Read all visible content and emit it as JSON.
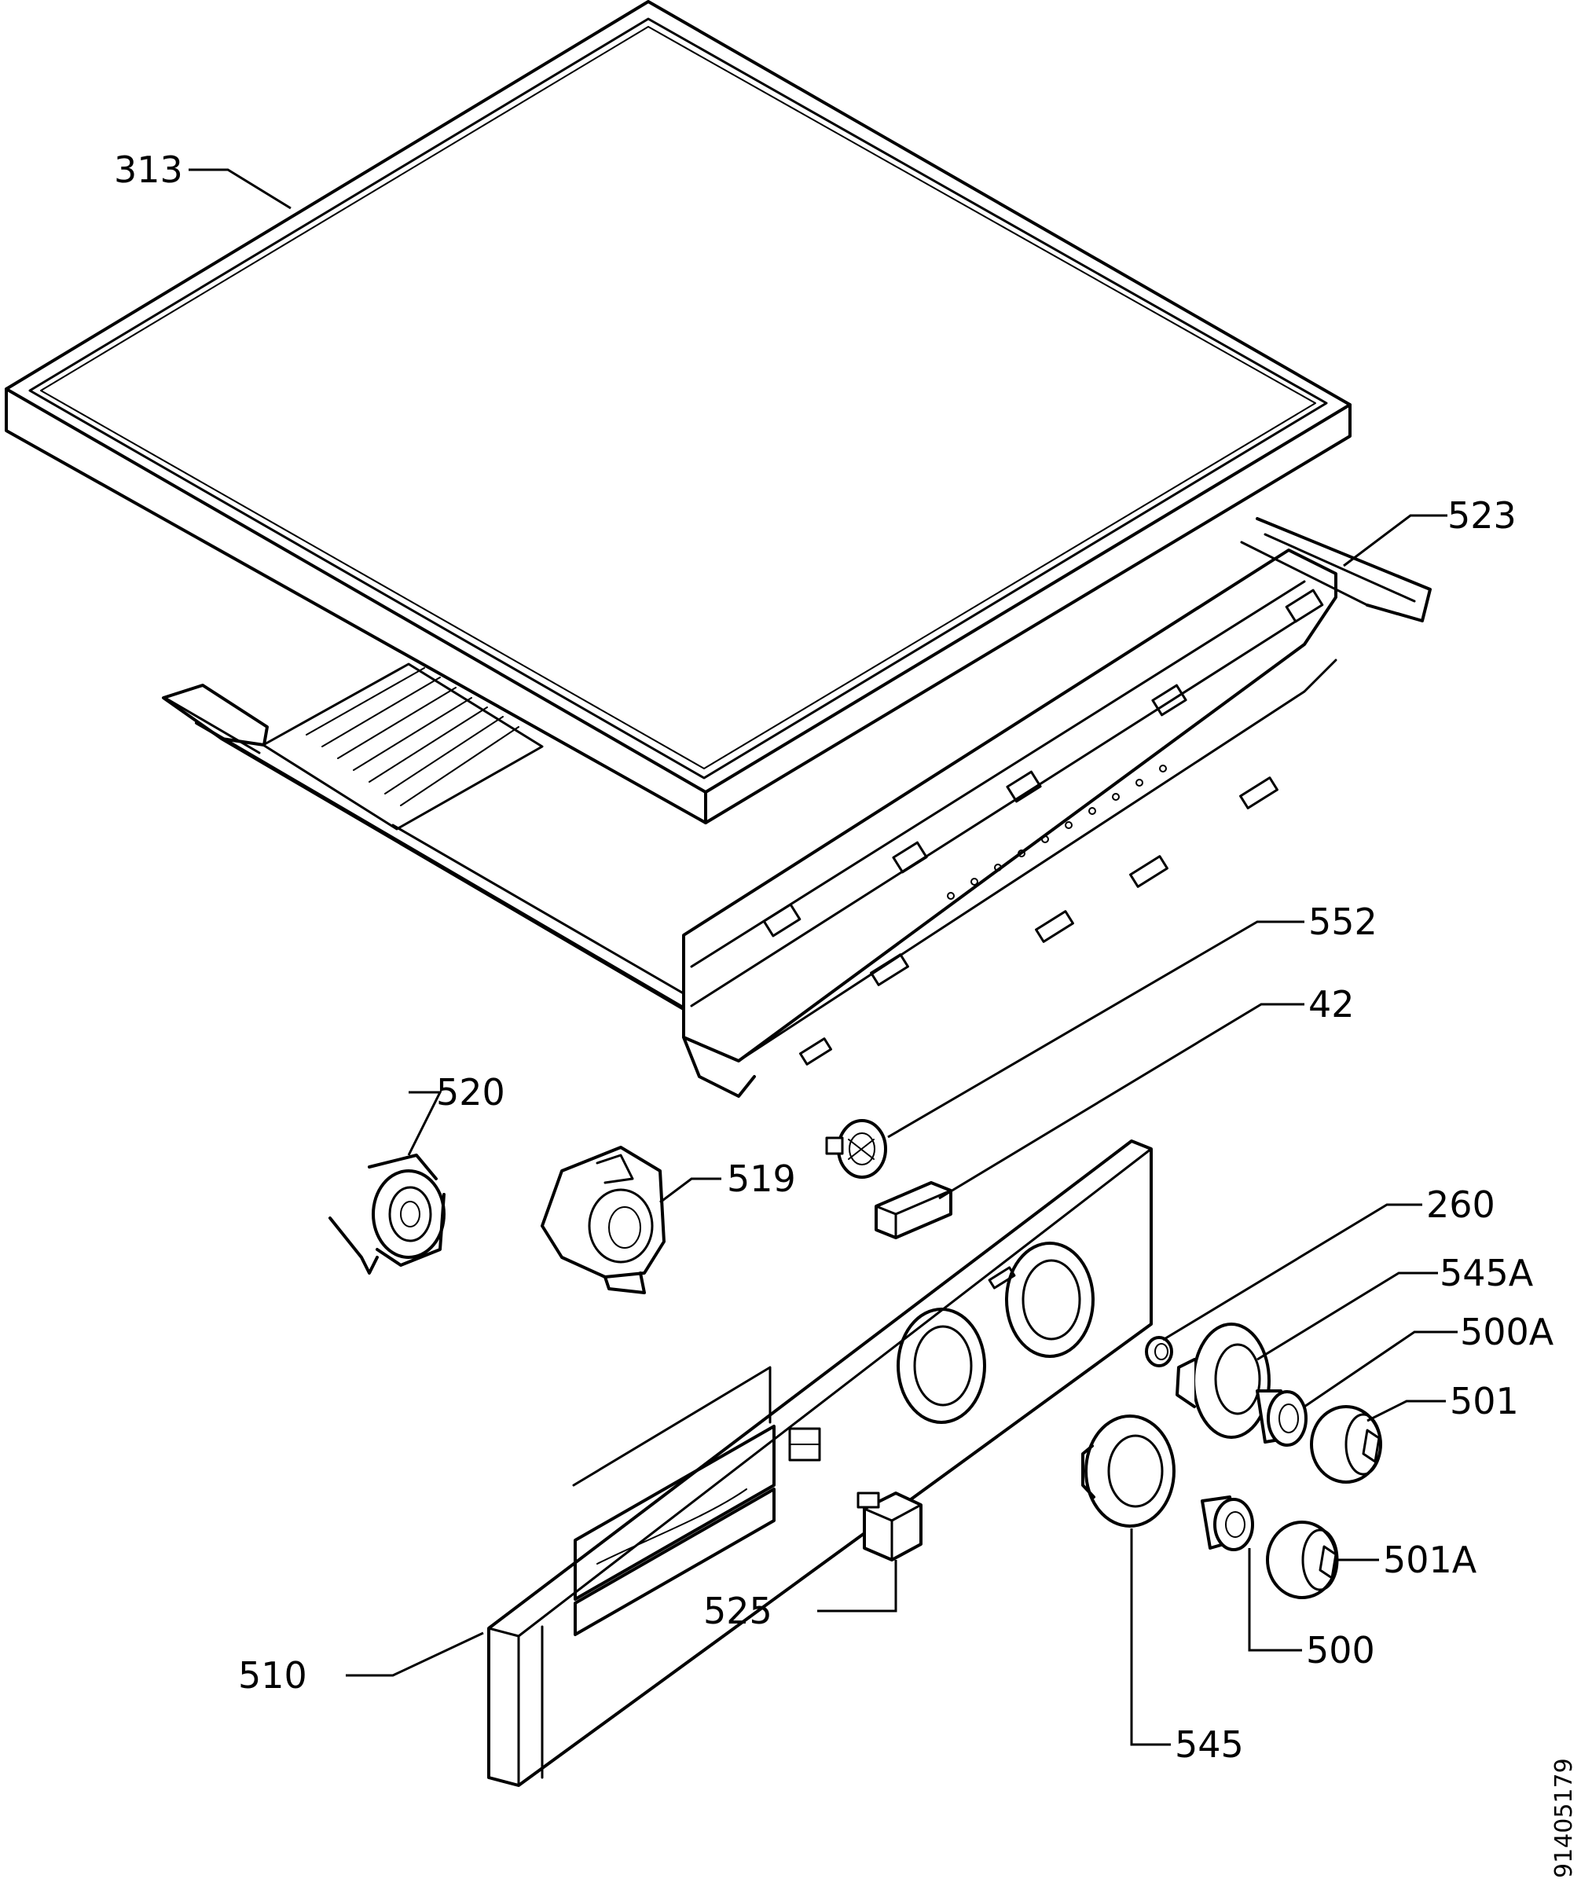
{
  "diagram": {
    "parts": [
      {
        "id": "part-313",
        "label": "313"
      },
      {
        "id": "part-523",
        "label": "523"
      },
      {
        "id": "part-552",
        "label": "552"
      },
      {
        "id": "part-42",
        "label": "42"
      },
      {
        "id": "part-520",
        "label": "520"
      },
      {
        "id": "part-519",
        "label": "519"
      },
      {
        "id": "part-260",
        "label": "260"
      },
      {
        "id": "part-545a",
        "label": "545A"
      },
      {
        "id": "part-500a",
        "label": "500A"
      },
      {
        "id": "part-501",
        "label": "501"
      },
      {
        "id": "part-501a",
        "label": "501A"
      },
      {
        "id": "part-500",
        "label": "500"
      },
      {
        "id": "part-525",
        "label": "525"
      },
      {
        "id": "part-510",
        "label": "510"
      },
      {
        "id": "part-545",
        "label": "545"
      }
    ],
    "document_number": "91405179"
  }
}
